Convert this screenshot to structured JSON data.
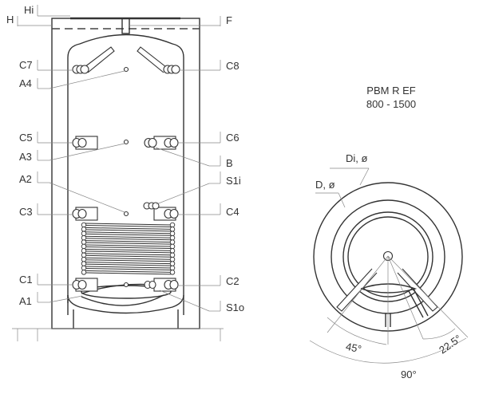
{
  "side_view": {
    "labels_left": [
      "Hi",
      "H",
      "C7",
      "A4",
      "C5",
      "A3",
      "A2",
      "C3",
      "C1",
      "A1"
    ],
    "labels_right": [
      "F",
      "C8",
      "C6",
      "B",
      "S1i",
      "C4",
      "C2",
      "S1o"
    ]
  },
  "top_view": {
    "title": "PBM R EF",
    "subtitle": "800 - 1500",
    "diameter_inner": "Di, ø",
    "diameter": "D, ø",
    "angle_45": "45°",
    "angle_22": "22.5°",
    "angle_90": "90°"
  }
}
